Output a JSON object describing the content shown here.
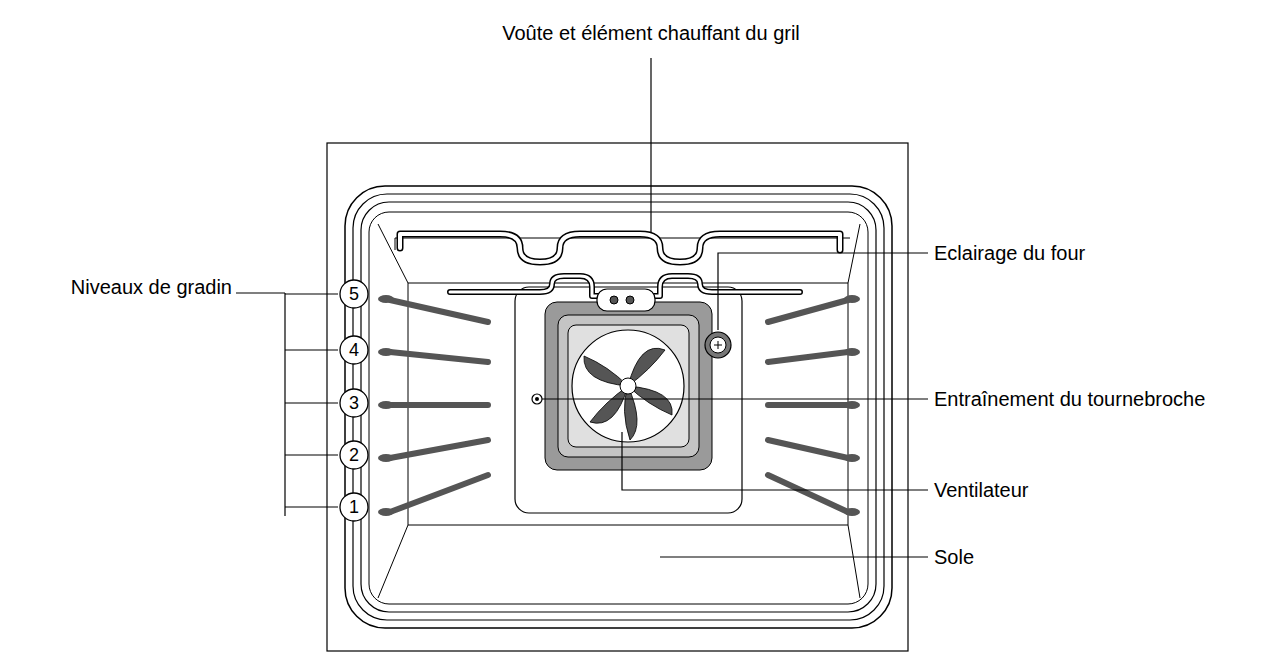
{
  "diagram": {
    "nodes": [
      {
        "text": [
          "5"
        ]
      },
      {
        "text": [
          "4"
        ]
      },
      {
        "text": [
          "3"
        ]
      },
      {
        "text": [
          "2"
        ]
      },
      {
        "text": [
          "1"
        ]
      }
    ],
    "labels": [
      "Voûte et élément chauffant du gril",
      "Niveaux de gradin",
      "Eclairage du four",
      "Entraînement du tournebroche",
      "Ventilateur",
      "Sole"
    ]
  }
}
